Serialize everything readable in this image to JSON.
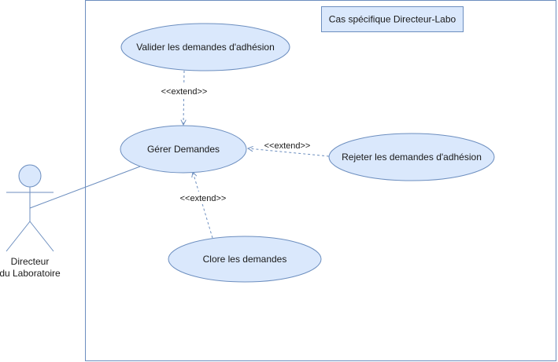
{
  "colors": {
    "fill": "#dae8fc",
    "stroke": "#6c8ebf",
    "boundary_stroke": "#6c8ebf",
    "text": "#1a1a1a"
  },
  "system_note": "Cas spécifique Directeur-Labo",
  "actor": {
    "name_line1": "Directeur",
    "name_line2": "du Laboratoire"
  },
  "use_cases": {
    "valider": "Valider les demandes d'adhésion",
    "gerer": "Gérer Demandes",
    "rejeter": "Rejeter les demandes d'adhésion",
    "clore": "Clore les demandes"
  },
  "relations": {
    "extend_valider": "<<extend>>",
    "extend_rejeter": "<<extend>>",
    "extend_clore": "<<extend>>"
  }
}
